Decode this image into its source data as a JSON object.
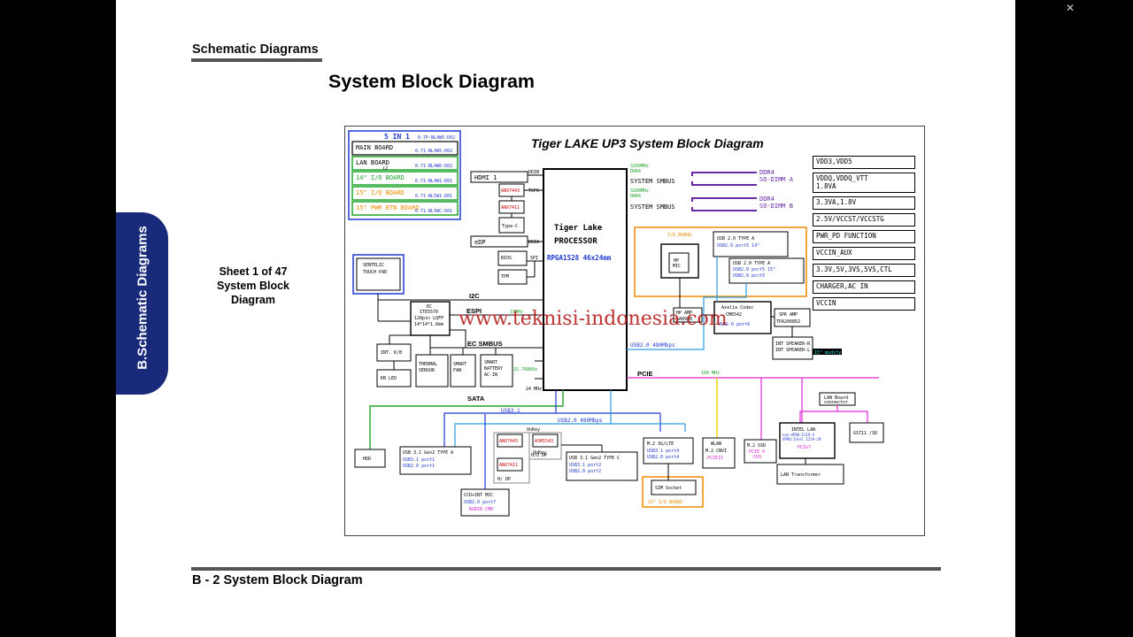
{
  "header": {
    "section": "Schematic  Diagrams",
    "title": "System Block Diagram"
  },
  "side_tab": {
    "label": "B.Schematic Diagrams"
  },
  "sheet": {
    "line1": "Sheet 1 of 47",
    "line2": "System Block",
    "line3": "Diagram"
  },
  "footer": {
    "text": "B - 2   System Block Diagram"
  },
  "window": {
    "close_glyph": "✕"
  },
  "colors": {
    "tab_bg": "#1a2a7a",
    "blue": "#1f3ad0",
    "green": "#1fa52a",
    "orange": "#f08a00",
    "purple": "#6a2aa8",
    "magenta": "#e02ad8",
    "cyan": "#2a9be0",
    "yellow": "#e6d400",
    "watermark": "#b01010"
  },
  "diagram": {
    "title": "Tiger LAKE UP3 System Block Diagram",
    "watermark": "www.teknisi-indonesia.com",
    "boards": {
      "five_in_one": {
        "label": "5  IN  1",
        "pn": "6-7P-NL4W5-D02"
      },
      "main_board": {
        "label": "MAIN BOARD",
        "pn": "6-71-NL4W5-D02"
      },
      "lan_board": {
        "label": "LAN  BOARD",
        "pn": "6-71-NL4W6-D02",
        "note": "i2"
      },
      "io14": {
        "label": "14\" I/O  BOARD",
        "pn": "6-71-NL4W1-D01"
      },
      "io15": {
        "label": "15\" I/O  BOARD",
        "pn": "6-71-NL5W1-D01"
      },
      "pwr15": {
        "label": "15\" PWR BTN BOARD",
        "pn": "6-71-NL5WC-D01"
      }
    },
    "cpu": {
      "line1": "Tiger Lake",
      "line2": "PROCESSOR",
      "line3": "RPGA1528  46x24mm"
    },
    "left_chips": {
      "hdmi": "HDMI  1",
      "anx1": "ANX7443",
      "anx2": "ANX7411",
      "typec": "Type-C",
      "edp": "eDP",
      "bios": "BIOS",
      "tpm": "TPM",
      "sentelic1": "SENTELIC",
      "sentelic2": "TOUCH  PAD"
    },
    "cpu_pins": {
      "ddib": "DDIB",
      "tcp0": "TCP0",
      "ddia": "DDIA",
      "spi": "SPI"
    },
    "ec": {
      "l1": "EC",
      "l2": "ITE5570",
      "l3": "128pin LQFP",
      "l4": "14*14*1.6mm"
    },
    "bus_labels": {
      "i2c": "I2C",
      "espi": "ESPI",
      "ec_smbus": "EC SMBUS",
      "sata": "SATA",
      "pcie": "PCIE",
      "usb31": "USB3.1",
      "usb20_480": "USB2.0  480Mbps",
      "usb20_480b": "USB2.0  480Mbps",
      "mhz100": "100 MHz",
      "mhz_a": "3200MHz",
      "ddr_a": "DDR4",
      "mhz_b": "3200MHz",
      "ddr_b": "DDR4",
      "smbus_a": "SYSTEM  SMBUS",
      "smbus_b": "SYSTEM  SMBUS",
      "clk1": "32.768KHz",
      "clk2": "24 MHz",
      "mhz_ec": "33MHz"
    },
    "dimm": {
      "a1": "DDR4",
      "a2": "SO-DIMM  A",
      "b1": "DDR4",
      "b2": "SO-DIMM  B"
    },
    "ec_periph": {
      "kb": "INT. K/B",
      "kbled": "KB  LED",
      "thermal1": "THERMAL",
      "thermal2": "SENSOR",
      "fan1": "SMART",
      "fan2": "FAN",
      "bat1": "SMART",
      "bat2": "BATTERY",
      "bat3": "AC-IN"
    },
    "io_board": {
      "label": "I/O BOARD",
      "hp1": "HP",
      "hp2": "MIC",
      "usb_a1": "USB 2.0 TYPE A",
      "usb_a1p": "USB2.0  port5 14\"",
      "usb_a2": "USB 2.0 TYPE A",
      "usb_a2p1": "USB2.0  port5  15\"",
      "usb_a2p2": "USB2.0  port5"
    },
    "audio": {
      "hp_amp1": "HP AMP",
      "hp_amp2": "SA8908",
      "codec1": "Azalia  Codec",
      "codec2": "CM6542",
      "codec3": "USB2.0  port6",
      "spk1": "SPK AMP",
      "spk2": "TPA2008D2",
      "int1": "INT  SPEAKER-R",
      "int2": "INT  SPEAKER-L",
      "mod": "15\" modify"
    },
    "power": [
      "VDD3,VDD5",
      "VDDQ,VDDQ_VTT",
      "1.8VA",
      "3.3VA,1.8V",
      "2.5V/VCCST/VCCSTG",
      "PWR_PD  FUNCTION",
      "VCCIN_AUX",
      "3.3V,5V,3VS,5VS,CTL",
      "CHARGER,AC  IN",
      "VCCIN"
    ],
    "bottom": {
      "hdd": "HDD",
      "usb31a1": "USB 3.1 Gen2 TYPE A",
      "usb31a2": "USB3.1  port1",
      "usb31a3": "USB2.0  port1",
      "anx7443": "ANX7443",
      "anx7411": "ANX7411",
      "asm": "ASM1543",
      "hd": "H/ DP",
      "hdp2": "H/O DP",
      "onkey1": "OnKey",
      "onkey2": "OnKey",
      "ccd1": "CCD+INT MIC",
      "ccd2": "USB2.0  port7",
      "ccd3": "RGBIR  CMR",
      "usb31c1": "USB 3.1 Gen2 TYPE C",
      "usb31c2": "USB3.1  port2",
      "usb31c3": "USB2.0  port2",
      "m2a": "M.2  3G/LTE",
      "m2b": "USB3.1  port4",
      "m2c": "USB2.0  port4",
      "sim": "SIM  Socket",
      "io15": "15\" I/O  BOARD",
      "wlan1": "WLAN",
      "wlan2": "M.2 CNVI",
      "wlan3": "PCIE15",
      "ssd1": "M.2 SSD",
      "ssd2": "PCIE 4",
      "ssd3": "CPU",
      "lanb1": "LAN Board",
      "lanb2": "connector",
      "lan1": "INTEL  LAN",
      "lan2": "non-VPRO:I219-V",
      "lan3": "VPRO:Intel  I219-LM",
      "lan4": "PCIe7",
      "gl": "GS711 /SD",
      "lant": "LAN  Transformer"
    }
  }
}
